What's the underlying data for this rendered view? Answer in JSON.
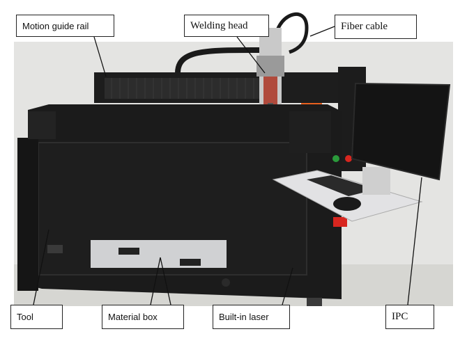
{
  "labels": {
    "motion_guide_rail": "Motion guide rail",
    "welding_head": "Welding head",
    "fiber_cable": "Fiber cable",
    "tool": "Tool",
    "material_box": "Material box",
    "built_in_laser": "Built-in laser",
    "ipc": "IPC"
  },
  "photo": {
    "subject": "laser-welding-machine",
    "colors": {
      "machine_body": "#1b1b1b",
      "panel_edge": "#2a2a2a",
      "background_wall": "#dcdcda",
      "floor": "#cfcfcb",
      "glass_glow": "#f4f2e6",
      "tray": "#e2e2e4",
      "material_box": "#cfd0d2",
      "monitor_screen": "#141414",
      "emergency_stop": "#d8261f",
      "orange_part": "#e8601f",
      "green_button": "#2b9a3b"
    }
  }
}
